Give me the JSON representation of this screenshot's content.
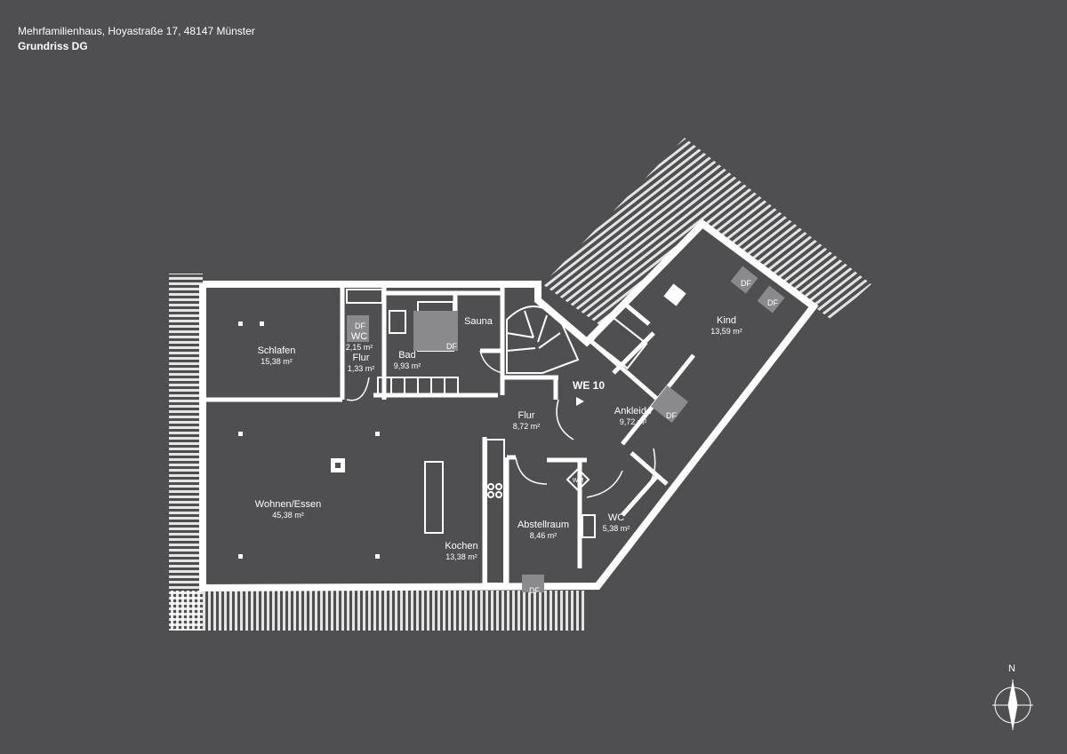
{
  "header": {
    "title": "Mehrfamilienhaus, Hoyastraße 17, 48147 Münster",
    "subtitle": "Grundriss DG"
  },
  "unit_label": "WE 10",
  "rooms": [
    {
      "name": "Schlafen",
      "area": "15,38 m²"
    },
    {
      "name": "WC",
      "area": "2,15 m²"
    },
    {
      "name": "Flur",
      "area": "1,33 m²"
    },
    {
      "name": "Bad",
      "area": "9,93 m²"
    },
    {
      "name": "Sauna",
      "area": ""
    },
    {
      "name": "Wohnen/Essen",
      "area": "45,38 m²"
    },
    {
      "name": "Kochen",
      "area": "13,38 m²"
    },
    {
      "name": "Flur",
      "area": "8,72 m²"
    },
    {
      "name": "Abstellraum",
      "area": "8,46 m²"
    },
    {
      "name": "WC",
      "area": "5,38 m²"
    },
    {
      "name": "Ankleide",
      "area": "9,72 m²"
    },
    {
      "name": "Kind",
      "area": "13,59 m²"
    }
  ],
  "skylight_label": "DF",
  "washer_label": "WM",
  "compass": {
    "label": "N"
  },
  "colors": {
    "background": "#4f4e51",
    "walls": "#ffffff",
    "skylight": "#8a898b"
  }
}
